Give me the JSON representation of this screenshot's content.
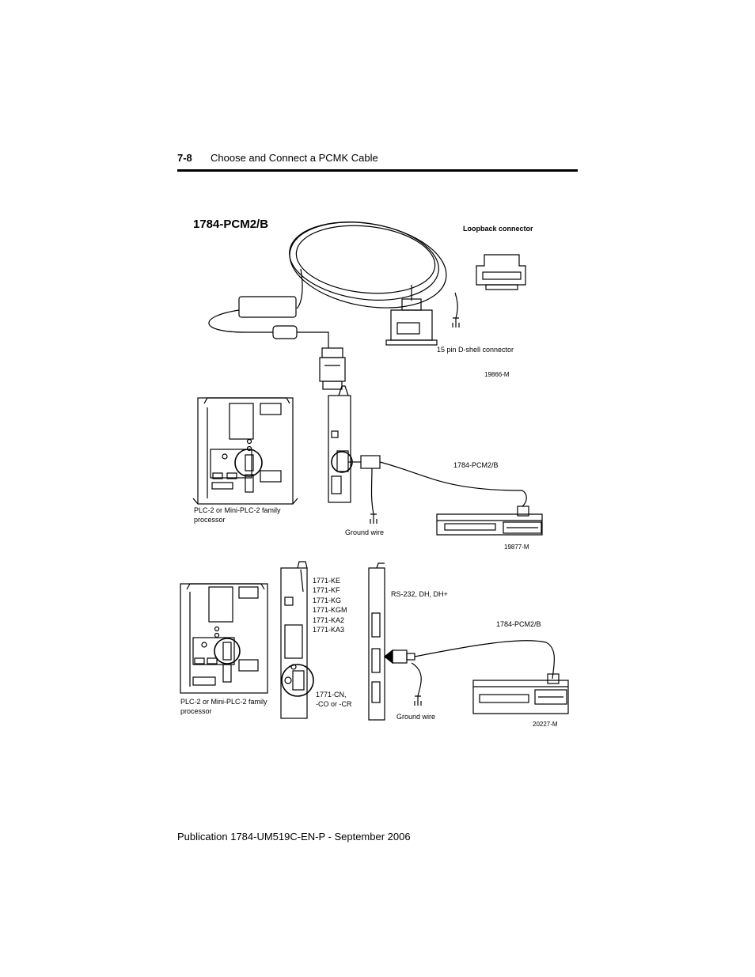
{
  "header": {
    "page_number": "7-8",
    "chapter_title": "Choose and Connect a PCMK Cable"
  },
  "section": {
    "title": "1784-PCM2/B"
  },
  "figure1": {
    "loopback_label": "Loopback connector",
    "dshell_label": "15 pin D-shell connector",
    "fig_id": "19866-M"
  },
  "figure2": {
    "processor_label_line1": "PLC-2 or Mini-PLC-2 family",
    "processor_label_line2": "processor",
    "ground_wire_label": "Ground wire",
    "cable_label": "1784-PCM2/B",
    "fig_id": "19877-M"
  },
  "figure3": {
    "processor_label_line1": "PLC-2 or Mini-PLC-2 family",
    "processor_label_line2": "processor",
    "adapter_models": [
      "1771-KE",
      "1771-KF",
      "1771-KG",
      "1771-KGM",
      "1771-KA2",
      "1771-KA3"
    ],
    "cn_label_line1": "1771-CN,",
    "cn_label_line2": "-CO or -CR",
    "port_label": "RS-232, DH, DH+",
    "cable_label": "1784-PCM2/B",
    "ground_wire_label": "Ground wire",
    "fig_id": "20227-M"
  },
  "footer": {
    "publication": "Publication 1784-UM519C-EN-P - September 2006"
  }
}
